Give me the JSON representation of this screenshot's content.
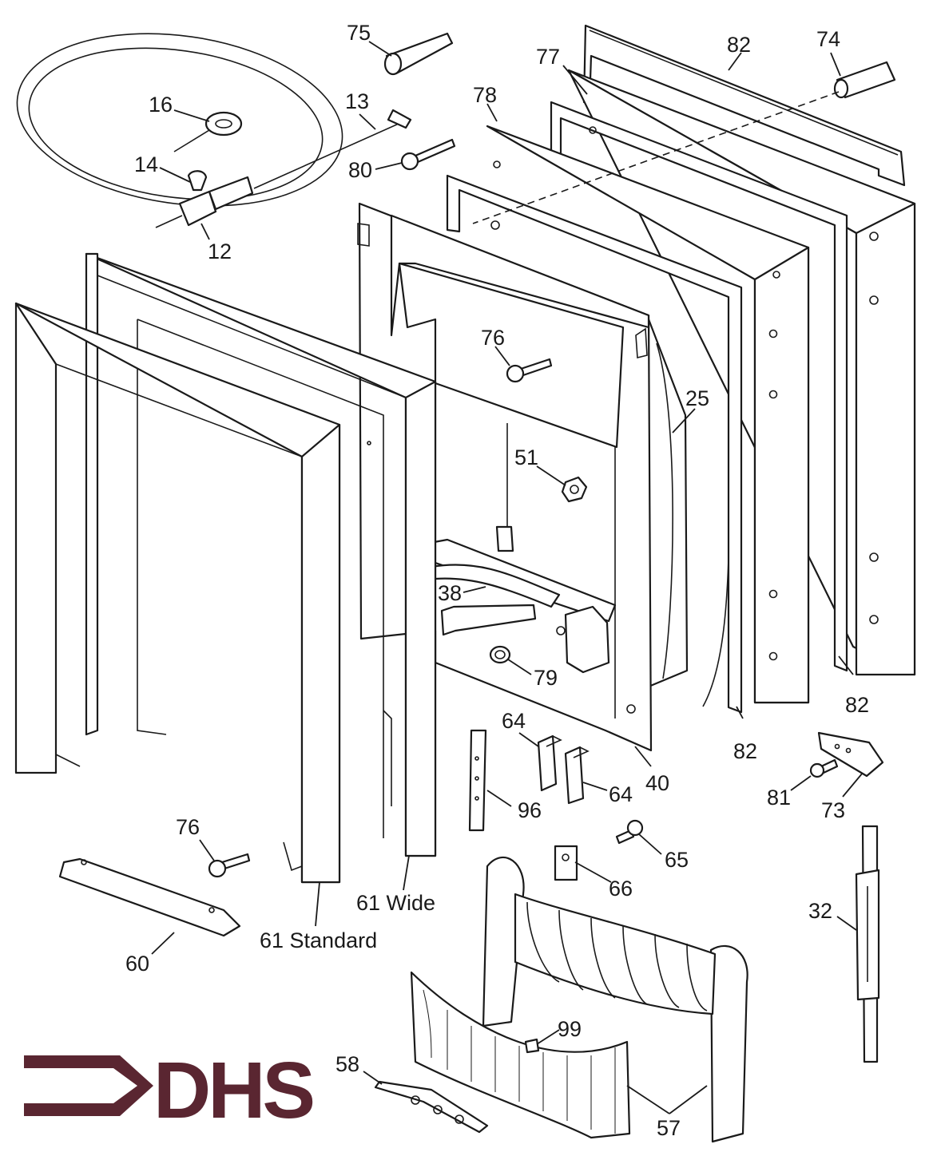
{
  "diagram": {
    "logo": {
      "text": "DHS",
      "color": "#5a2631"
    },
    "labels": {
      "p75": "75",
      "p82_top": "82",
      "p74": "74",
      "p77": "77",
      "p16": "16",
      "p13": "13",
      "p78": "78",
      "p14": "14",
      "p80": "80",
      "p12": "12",
      "p76_top": "76",
      "p25": "25",
      "p51": "51",
      "p38": "38",
      "p79": "79",
      "p82_right": "82",
      "p64_a": "64",
      "p82_mid": "82",
      "p40": "40",
      "p64_b": "64",
      "p81": "81",
      "p73": "73",
      "p76_bottom": "76",
      "p96": "96",
      "p65": "65",
      "p66": "66",
      "p61_wide": "61 Wide",
      "p32": "32",
      "p61_standard": "61 Standard",
      "p60": "60",
      "p99": "99",
      "p58": "58",
      "p57": "57"
    }
  }
}
